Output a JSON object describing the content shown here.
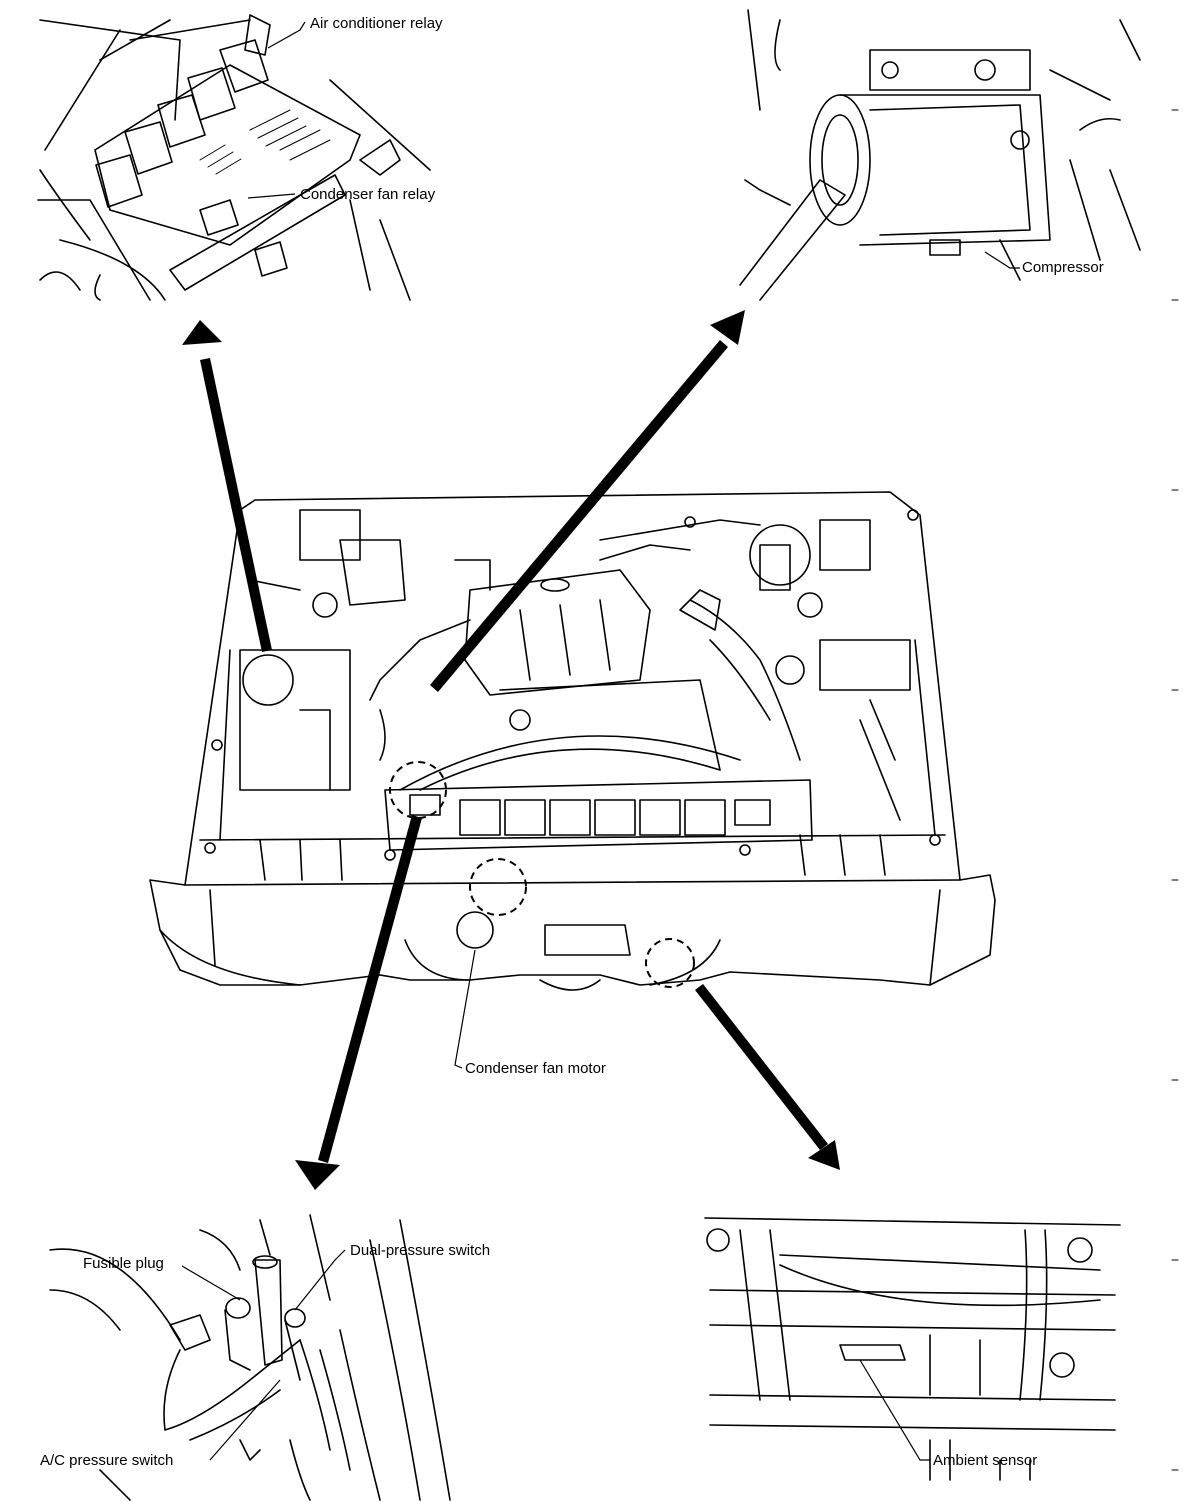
{
  "labels": {
    "air_conditioner_relay": "Air conditioner relay",
    "condenser_fan_relay": "Condenser fan relay",
    "compressor": "Compressor",
    "condenser_fan_motor": "Condenser fan motor",
    "fusible_plug": "Fusible plug",
    "dual_pressure_switch": "Dual-pressure switch",
    "ac_pressure_switch": "A/C pressure switch",
    "ambient_sensor": "Ambient sensor"
  }
}
